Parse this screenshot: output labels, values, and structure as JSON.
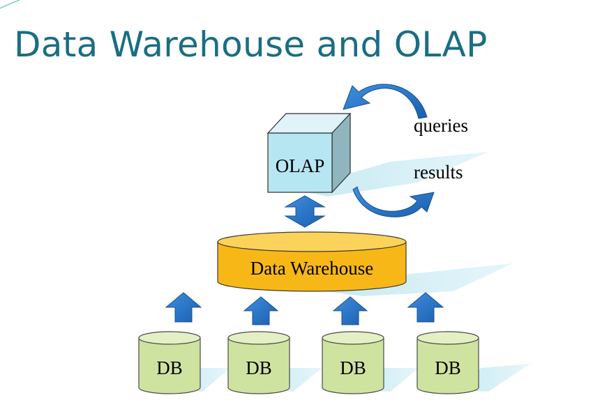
{
  "title": "Data Warehouse and OLAP",
  "diagram": {
    "olap": {
      "label": "OLAP"
    },
    "queries": {
      "label": "queries"
    },
    "results": {
      "label": "results"
    },
    "warehouse": {
      "label": "Data Warehouse"
    },
    "databases": [
      {
        "label": "DB"
      },
      {
        "label": "DB"
      },
      {
        "label": "DB"
      },
      {
        "label": "DB"
      }
    ]
  },
  "colors": {
    "title": "#1a6e83",
    "arrow": "#1f6fc6",
    "cube_front": "#b7e6f3",
    "warehouse": "#f7b817",
    "database": "#cfe3a0",
    "shadow": "#d7f0f6"
  },
  "icons": [
    "swoosh-arrow-icon",
    "double-vertical-arrow-icon",
    "up-arrow-icon"
  ]
}
